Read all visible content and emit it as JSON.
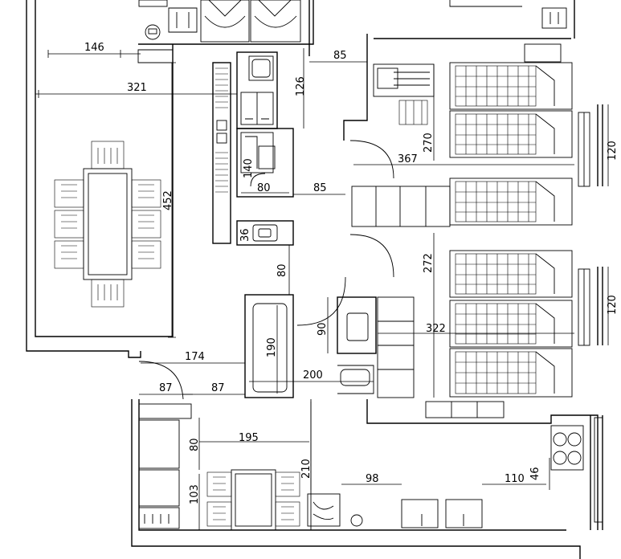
{
  "dimensions": {
    "d146": "146",
    "d321": "321",
    "d452": "452",
    "d85_top": "85",
    "d126": "126",
    "d140": "140",
    "d80_wc": "80",
    "d85_mid": "85",
    "d36": "36",
    "d80_corr": "80",
    "d270": "270",
    "d367": "367",
    "d120_top": "120",
    "d272": "272",
    "d120_bot": "120",
    "d322": "322",
    "d90": "90",
    "d190": "190",
    "d200": "200",
    "d174": "174",
    "d87_a": "87",
    "d87_b": "87",
    "d195": "195",
    "d80_kit": "80",
    "d210": "210",
    "d98": "98",
    "d110": "110",
    "d46": "46",
    "d103": "103"
  }
}
